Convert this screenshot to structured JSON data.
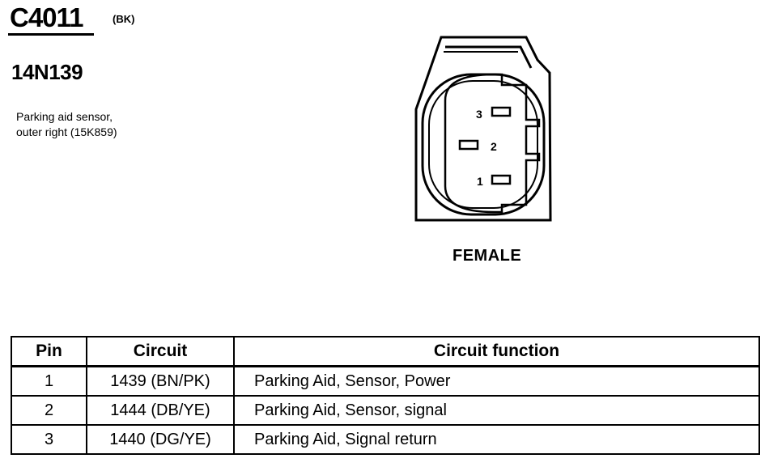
{
  "connector": {
    "id": "C4011",
    "color_code": "(BK)",
    "part_number": "14N139",
    "description_lines": [
      "Parking aid sensor,",
      "outer right (15K859)"
    ],
    "gender": "FEMALE",
    "pin_labels": [
      "3",
      "2",
      "1"
    ]
  },
  "table": {
    "headers": [
      "Pin",
      "Circuit",
      "Circuit function"
    ],
    "rows": [
      {
        "pin": "1",
        "circuit": "1439 (BN/PK)",
        "function": "Parking Aid, Sensor, Power"
      },
      {
        "pin": "2",
        "circuit": "1444 (DB/YE)",
        "function": "Parking Aid, Sensor, signal"
      },
      {
        "pin": "3",
        "circuit": "1440 (DG/YE)",
        "function": "Parking Aid, Signal return"
      }
    ]
  }
}
